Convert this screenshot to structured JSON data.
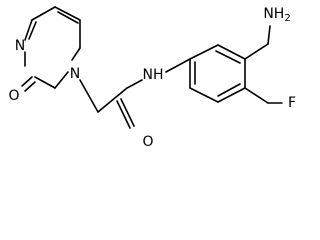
{
  "atoms": {
    "nh2": {
      "main": "NH",
      "sub": "2"
    },
    "f": "F",
    "nh": "NH",
    "o_amide": "O",
    "o_ring": "O",
    "n_ring_top": "N",
    "n_ring_bottom": "N"
  },
  "colors": {
    "bond": "#000000",
    "label": "#000000",
    "background": "#ffffff"
  }
}
